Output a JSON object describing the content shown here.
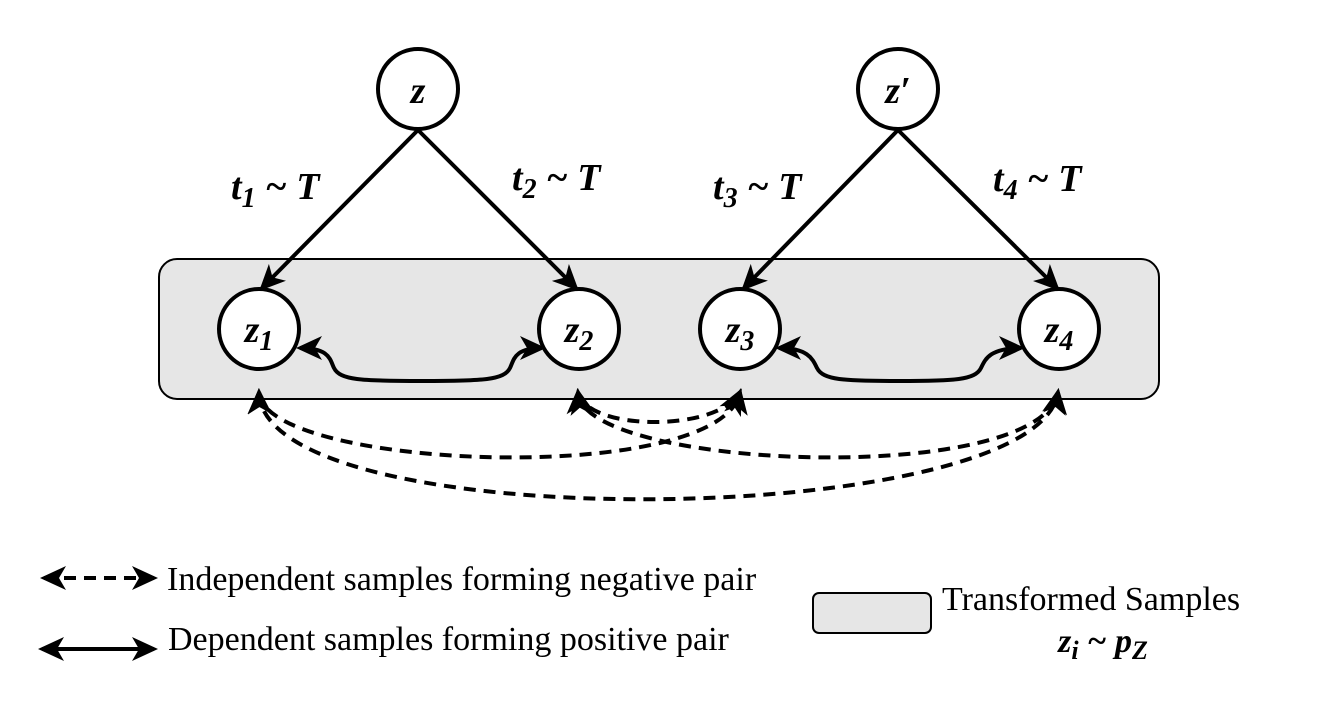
{
  "nodes": {
    "z": {
      "base": "z",
      "sub": ""
    },
    "z_prime": {
      "base": "z′",
      "sub": ""
    },
    "z1": {
      "base": "z",
      "sub": "1"
    },
    "z2": {
      "base": "z",
      "sub": "2"
    },
    "z3": {
      "base": "z",
      "sub": "3"
    },
    "z4": {
      "base": "z",
      "sub": "4"
    }
  },
  "edges": {
    "t1": {
      "base": "t",
      "sub": "1",
      "rest": " ~ T"
    },
    "t2": {
      "base": "t",
      "sub": "2",
      "rest": " ~ T"
    },
    "t3": {
      "base": "t",
      "sub": "3",
      "rest": " ~ T"
    },
    "t4": {
      "base": "t",
      "sub": "4",
      "rest": " ~ T"
    }
  },
  "legend": {
    "negative_pair": "Independent samples forming negative pair",
    "positive_pair": "Dependent samples forming positive pair",
    "transformed_samples": "Transformed Samples",
    "formula": {
      "base": "z",
      "sub": "i",
      "mid": " ~ p",
      "sub2": "Z"
    }
  },
  "colors": {
    "group_fill": "#e6e6e6",
    "stroke": "#000000"
  }
}
